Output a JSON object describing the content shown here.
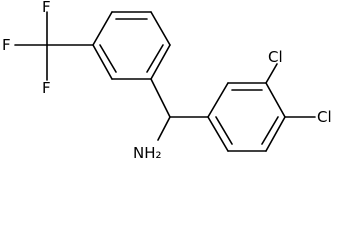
{
  "molecule": {
    "atom_labels": {
      "fluorine_top": "F",
      "fluorine_left": "F",
      "fluorine_bottom": "F",
      "chlorine_meta": "Cl",
      "chlorine_para": "Cl",
      "amine": "NH₂"
    },
    "colors": {
      "bond": "#000000",
      "label": "#000000",
      "background": "#ffffff"
    }
  }
}
